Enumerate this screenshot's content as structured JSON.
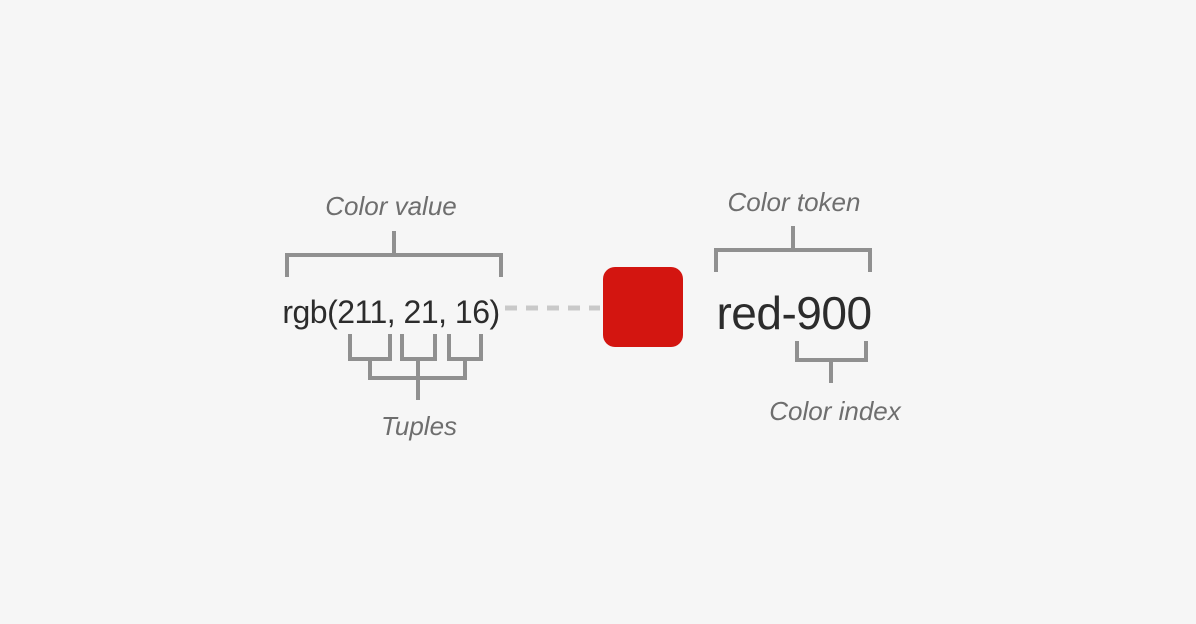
{
  "colors": {
    "background": "#f6f6f6",
    "bracket_line": "#909090",
    "label_text": "#6e6e6e",
    "value_text": "#2c2c2c",
    "connector_dash": "#c9c9c9",
    "swatch_red": "#d31510"
  },
  "left_group": {
    "label": "Color value",
    "value": "rgb(211, 21, 16)",
    "sub_label": "Tuples"
  },
  "right_group": {
    "label": "Color token",
    "value": "red-900",
    "sub_label": "Color index"
  }
}
